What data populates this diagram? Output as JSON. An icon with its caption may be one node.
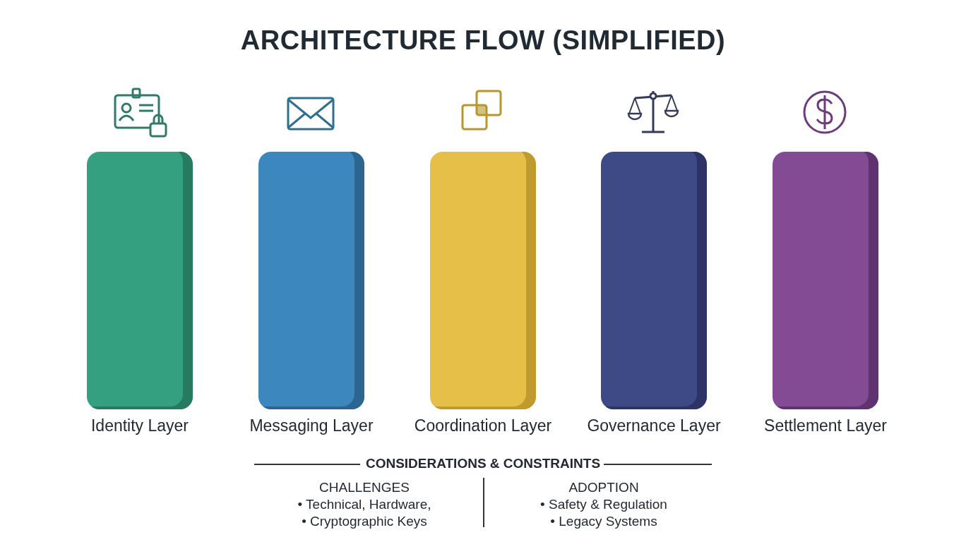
{
  "diagram": {
    "title": "ARCHITECTURE FLOW (SIMPLIFIED)",
    "nodes": [
      {
        "text": [
          "Identity Layer"
        ]
      },
      {
        "text": [
          "Messaging Layer"
        ]
      },
      {
        "text": [
          "Coordination Layer"
        ]
      },
      {
        "text": [
          "Governance Layer"
        ]
      },
      {
        "text": [
          "Settlement Layer"
        ]
      }
    ],
    "edges": [],
    "labels": [
      "CONSIDERATIONS & CONSTRAINTS",
      "CHALLENGES",
      "• Technical, Hardware,",
      "• Cryptographic Keys",
      "ADOPTION",
      "• Safety & Regulation",
      "• Legacy Systems"
    ]
  }
}
